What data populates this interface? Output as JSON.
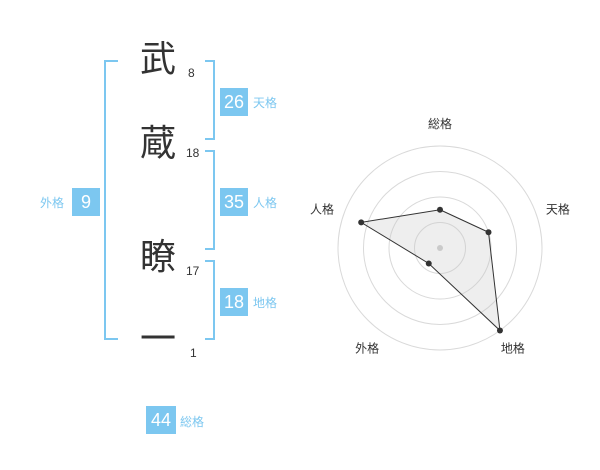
{
  "name_chars": [
    {
      "char": "武",
      "strokes": "8"
    },
    {
      "char": "蔵",
      "strokes": "18"
    },
    {
      "char": "瞭",
      "strokes": "17"
    },
    {
      "char": "一",
      "strokes": "1"
    }
  ],
  "fortune": {
    "tenkaku": {
      "value": "26",
      "label": "天格"
    },
    "jinkaku": {
      "value": "35",
      "label": "人格"
    },
    "chikaku": {
      "value": "18",
      "label": "地格"
    },
    "gaikaku": {
      "value": "9",
      "label": "外格"
    },
    "soukaku": {
      "value": "44",
      "label": "総格"
    }
  },
  "colors": {
    "accent": "#7cc7f0",
    "text": "#333333"
  },
  "chart_data": {
    "type": "radar",
    "axes": [
      "総格",
      "天格",
      "地格",
      "外格",
      "人格"
    ],
    "rings": 4,
    "values": [
      1.5,
      2,
      4,
      0.75,
      3.25
    ],
    "max": 4
  }
}
